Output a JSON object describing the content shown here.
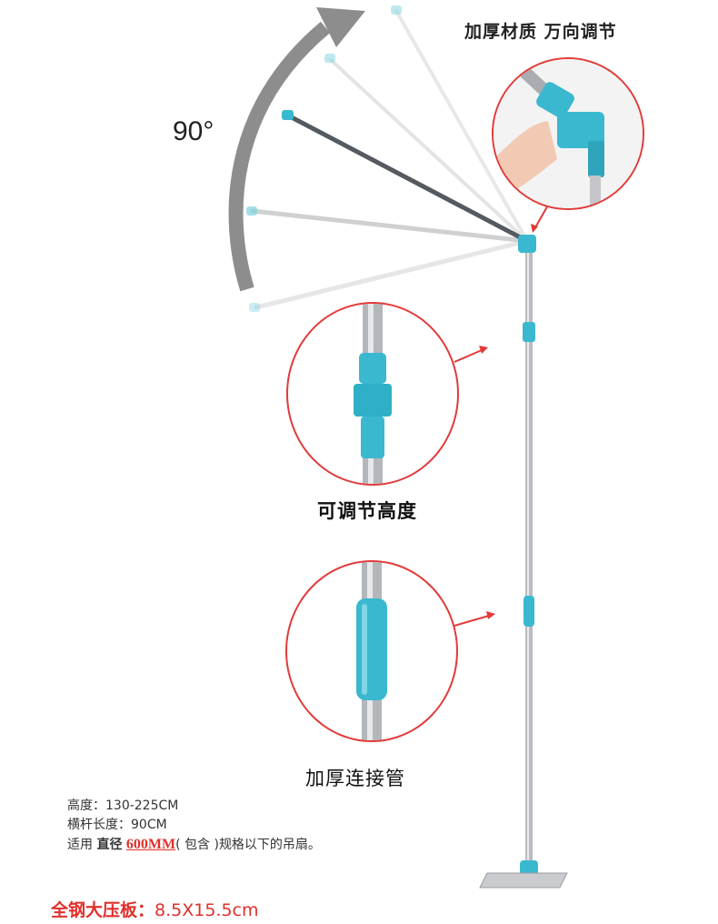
{
  "angle_label": "90°",
  "headline": "加厚材质  万向调节",
  "caption_height": "可调节高度",
  "caption_tube": "加厚连接管",
  "specs": {
    "height_label": "高度：",
    "height_value": "130-225CM",
    "arm_label": "横杆长度：",
    "arm_value": "90CM",
    "fit_prefix": "适用",
    "fit_bold": "直径",
    "fit_size": "600MM",
    "fit_paren": "( 包含 )",
    "fit_suffix": "规格以下的吊扇。"
  },
  "plate": {
    "label": "全钢大压板：",
    "size": "8.5X15.5cm"
  },
  "colors": {
    "accent": "#3ab8d0",
    "red": "#e0302b",
    "steel": "#b9bcc0"
  }
}
